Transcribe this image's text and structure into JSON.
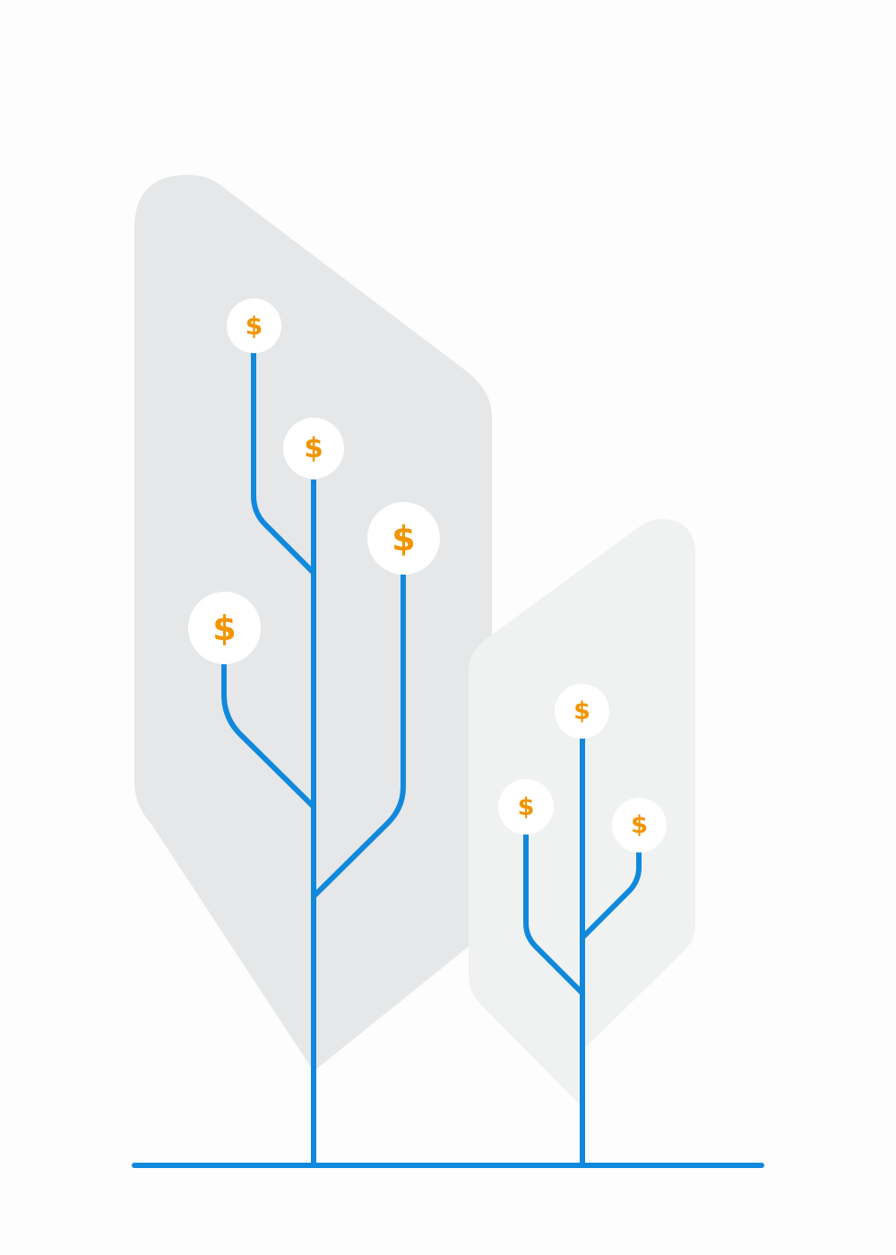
{
  "colors": {
    "background": "#fdfdfd",
    "leaf_large": "#e6e7e8",
    "leaf_small": "#f0f1f1",
    "branch_stroke": "#1089dc",
    "coin_fill": "#ffffff",
    "coin_symbol": "#f29400"
  },
  "coin_symbol": "$",
  "icons": {
    "leaf": "leaf-shape",
    "coin": "dollar-coin-icon",
    "branch": "tree-branch-line",
    "ground": "ground-line"
  }
}
